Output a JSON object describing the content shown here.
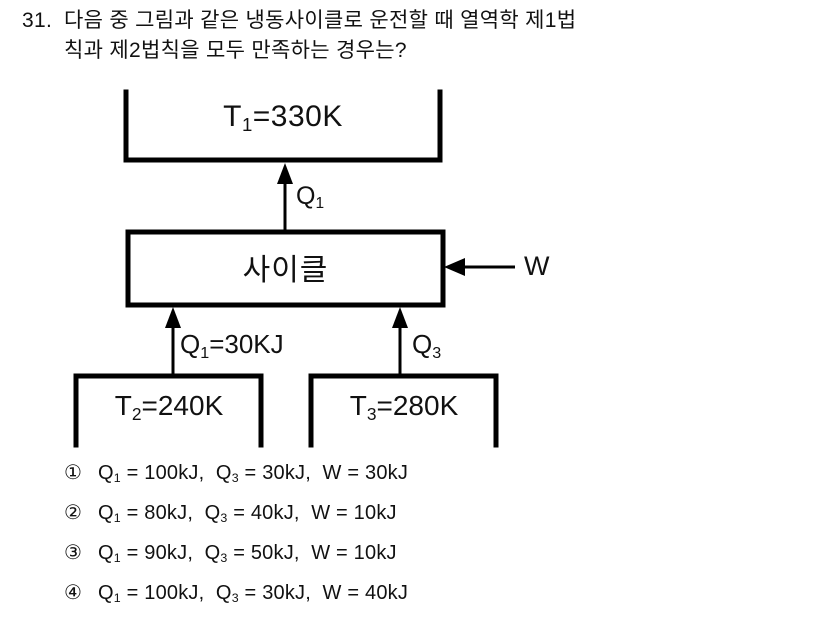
{
  "question": {
    "number": "31.",
    "line1": "다음 중 그림과 같은 냉동사이클로 운전할 때 열역학 제1법",
    "line2": "칙과 제2법칙을 모두 만족하는 경우는?"
  },
  "diagram": {
    "hot_reservoir_label": "T1=330K",
    "hot_reservoir_label_parts": {
      "symbol": "T",
      "sub": "1",
      "rest": "=330K"
    },
    "cycle_label": "사이클",
    "heat_out_label": "Q1",
    "heat_out_label_parts": {
      "symbol": "Q",
      "sub": "1"
    },
    "work_label": "W",
    "heat_in_left_label": "Q1=30KJ",
    "heat_in_left_label_parts": {
      "symbol": "Q",
      "sub": "1",
      "rest": "=30KJ"
    },
    "heat_in_right_label": "Q3",
    "heat_in_right_label_parts": {
      "symbol": "Q",
      "sub": "3"
    },
    "cold_reservoir_left_label": "T2=240K",
    "cold_reservoir_left_label_parts": {
      "symbol": "T",
      "sub": "2",
      "rest": "=240K"
    },
    "cold_reservoir_right_label": "T3=280K",
    "cold_reservoir_right_label_parts": {
      "symbol": "T",
      "sub": "3",
      "rest": "=280K"
    },
    "stroke_color": "#000000",
    "background_color": "#ffffff"
  },
  "choices": [
    {
      "marker": "①",
      "text": "Q1 = 100kJ,  Q3 = 30kJ,  W = 30kJ",
      "parts": {
        "q1": "100kJ",
        "q3": "30kJ",
        "w": "30kJ"
      }
    },
    {
      "marker": "②",
      "text": "Q1 = 80kJ,  Q3 = 40kJ,  W = 10kJ",
      "parts": {
        "q1": "80kJ",
        "q3": "40kJ",
        "w": "10kJ"
      }
    },
    {
      "marker": "③",
      "text": "Q1 = 90kJ,  Q3 = 50kJ,  W = 10kJ",
      "parts": {
        "q1": "90kJ",
        "q3": "50kJ",
        "w": "10kJ"
      }
    },
    {
      "marker": "④",
      "text": "Q1 = 100kJ,  Q3 = 30kJ,  W = 40kJ",
      "parts": {
        "q1": "100kJ",
        "q3": "30kJ",
        "w": "40kJ"
      }
    }
  ]
}
